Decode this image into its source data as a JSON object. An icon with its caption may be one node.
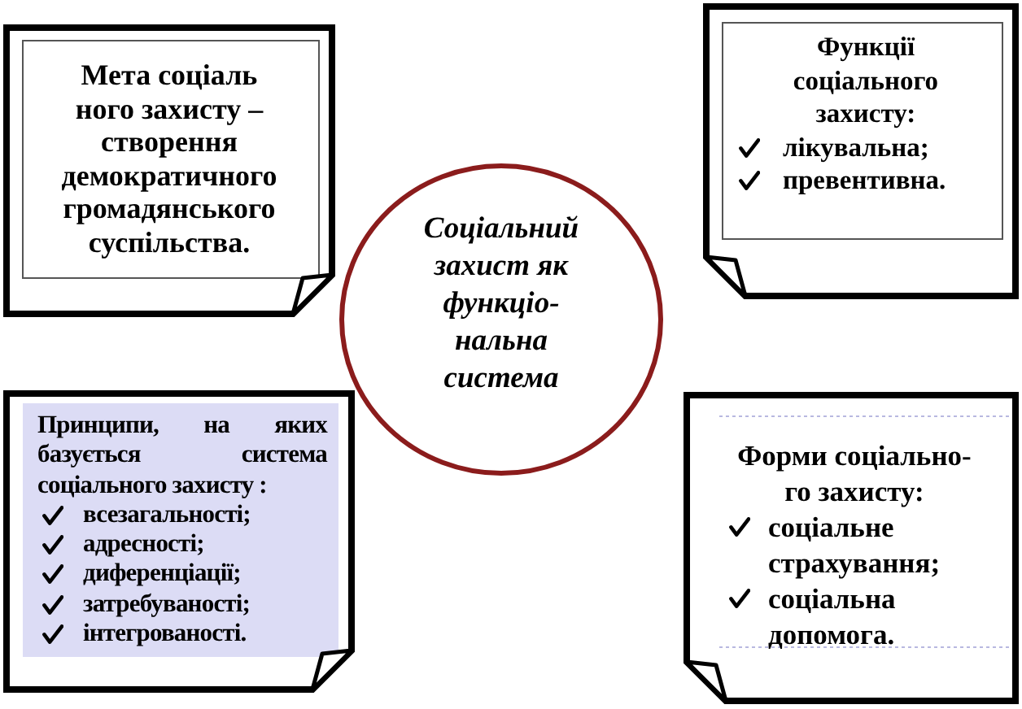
{
  "diagram": {
    "nodes": [
      {
        "text": [
          "Мета соціаль ного захисту – створення демократичного громадянського суспільства."
        ]
      },
      {
        "text": [
          "Функції соціального захисту:",
          "лікувальна;",
          "превентивна."
        ]
      },
      {
        "text": [
          "Соціальний захист як функціо- нальна система"
        ]
      },
      {
        "text": [
          "Принципи, на яких базується система соціального захисту :",
          "всезагальності;",
          "адресності;",
          "диференціації;",
          "затребуваності;",
          "інтегрованості."
        ]
      },
      {
        "text": [
          "Форми соціально- го захисту:",
          "соціальне страхування;",
          "соціальна допомога."
        ]
      }
    ]
  }
}
